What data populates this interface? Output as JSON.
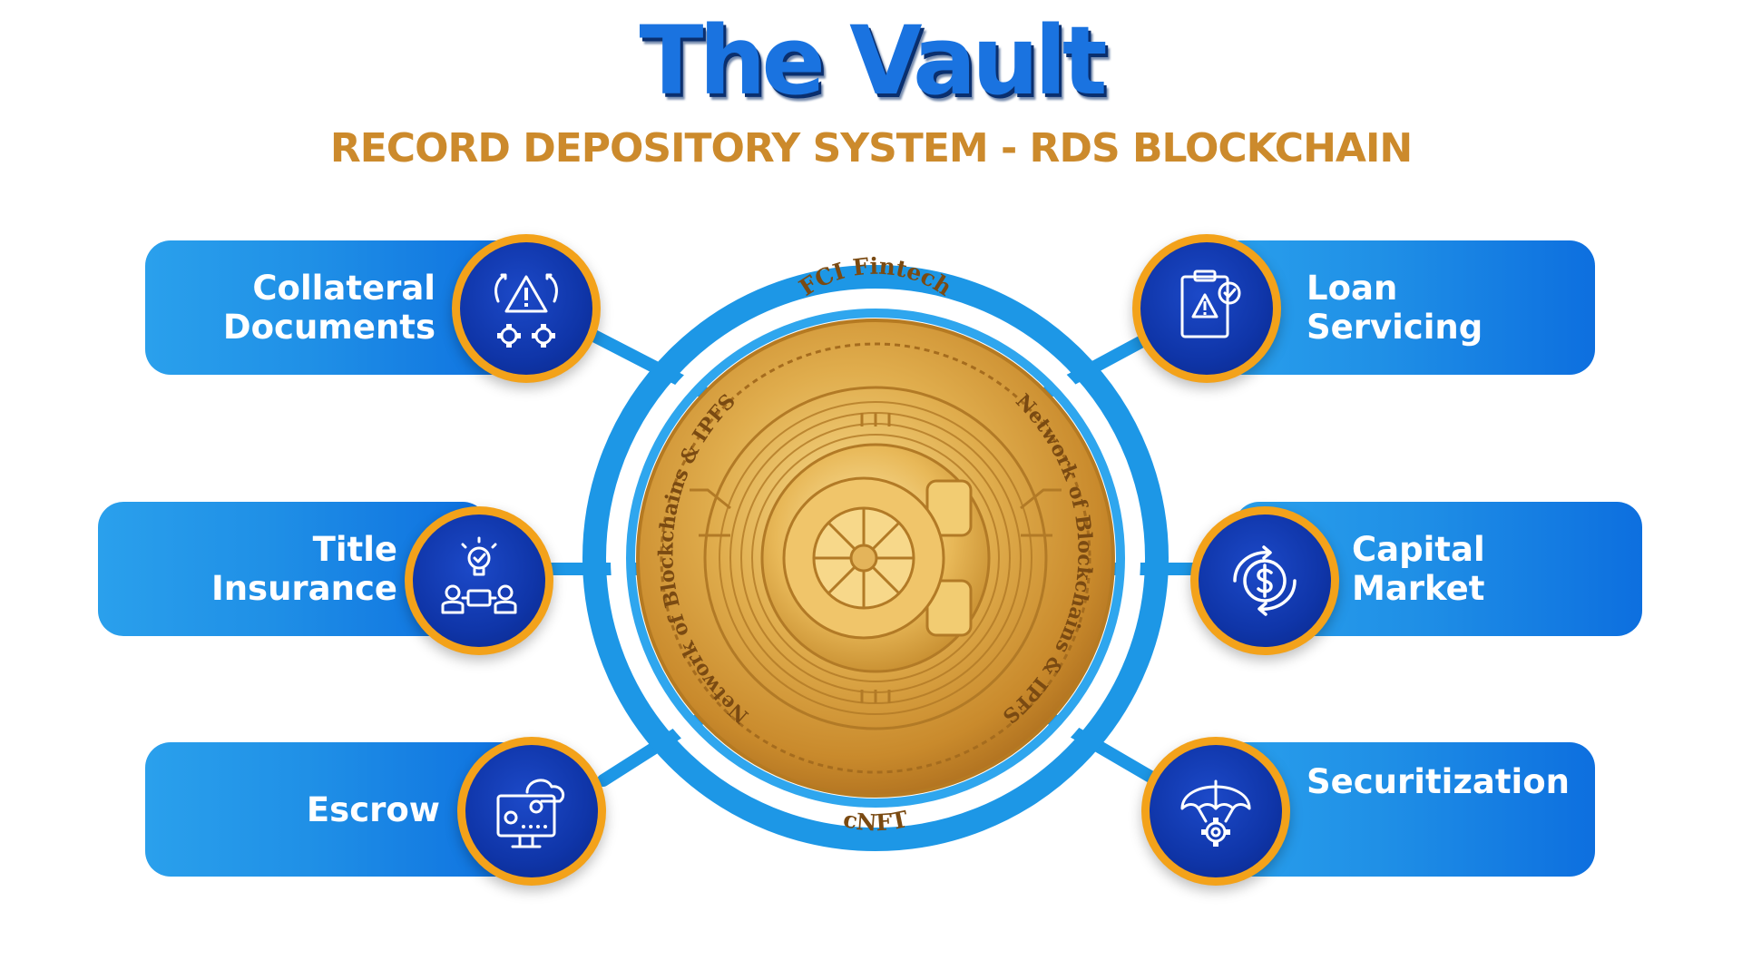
{
  "title": "The Vault",
  "subtitle": "RECORD DEPOSITORY SYSTEM - RDS BLOCKCHAIN",
  "coin": {
    "top_text": "FCI Fintech",
    "bottom_text": "cNFT",
    "left_ring_text": "Network of Blockchains & IPFS",
    "right_ring_text": "Network of Blockchains & IPFS"
  },
  "items": [
    {
      "id": "collateral",
      "side": "left",
      "lines": [
        "Collateral",
        "Documents"
      ],
      "icon": "warning-gears-icon"
    },
    {
      "id": "title-insurance",
      "side": "left",
      "lines": [
        "Title",
        "Insurance"
      ],
      "icon": "idea-people-icon"
    },
    {
      "id": "escrow",
      "side": "left",
      "lines": [
        "Escrow"
      ],
      "icon": "cloud-computer-gears-icon"
    },
    {
      "id": "loan-servicing",
      "side": "right",
      "lines": [
        "Loan",
        "Servicing"
      ],
      "icon": "clipboard-check-warning-icon"
    },
    {
      "id": "capital-market",
      "side": "right",
      "lines": [
        "Capital",
        "Market"
      ],
      "icon": "dollar-cycle-icon"
    },
    {
      "id": "securitization",
      "side": "right",
      "lines": [
        "Securitization"
      ],
      "icon": "umbrella-gear-icon"
    }
  ],
  "colors": {
    "title_blue": "#1a73e0",
    "subtitle_gold": "#cc8a2c",
    "pill_blue": "#1f8fe6",
    "badge_orange": "#f3a21a",
    "badge_navy": "#0f35a8",
    "ring_blue": "#1d97e6",
    "coin_gold": "#d9a441"
  }
}
